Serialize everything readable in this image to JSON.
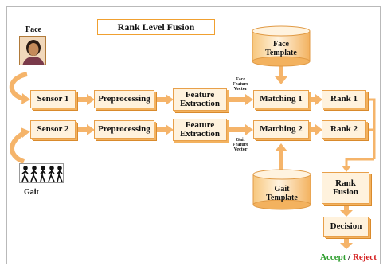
{
  "title": "Rank Level Fusion",
  "inputs": {
    "face_label": "Face",
    "gait_label": "Gait"
  },
  "row1": {
    "sensor": "Sensor 1",
    "preprocessing": "Preprocessing",
    "feature_line1": "Feature",
    "feature_line2": "Extraction",
    "matching": "Matching 1",
    "rank": "Rank 1",
    "vector_line1": "Face",
    "vector_line2": "Feature",
    "vector_line3": "Vector"
  },
  "row2": {
    "sensor": "Sensor 2",
    "preprocessing": "Preprocessing",
    "feature_line1": "Feature",
    "feature_line2": "Extraction",
    "matching": "Matching 2",
    "rank": "Rank 2",
    "vector_line1": "Gait",
    "vector_line2": "Feature",
    "vector_line3": "Vector"
  },
  "templates": {
    "face_line1": "Face",
    "face_line2": "Template",
    "gait_line1": "Gait",
    "gait_line2": "Template"
  },
  "fusion": {
    "line1": "Rank",
    "line2": "Fusion"
  },
  "decision": "Decision",
  "result": {
    "accept": "Accept",
    "separator": " / ",
    "reject": "Reject",
    "accept_color": "#2e9e2e",
    "reject_color": "#d42020"
  },
  "colors": {
    "box_fill": "#fff2dd",
    "box_border": "#e8a04a",
    "arrow": "#f5b46a",
    "cylinder": "#fff0d6"
  }
}
